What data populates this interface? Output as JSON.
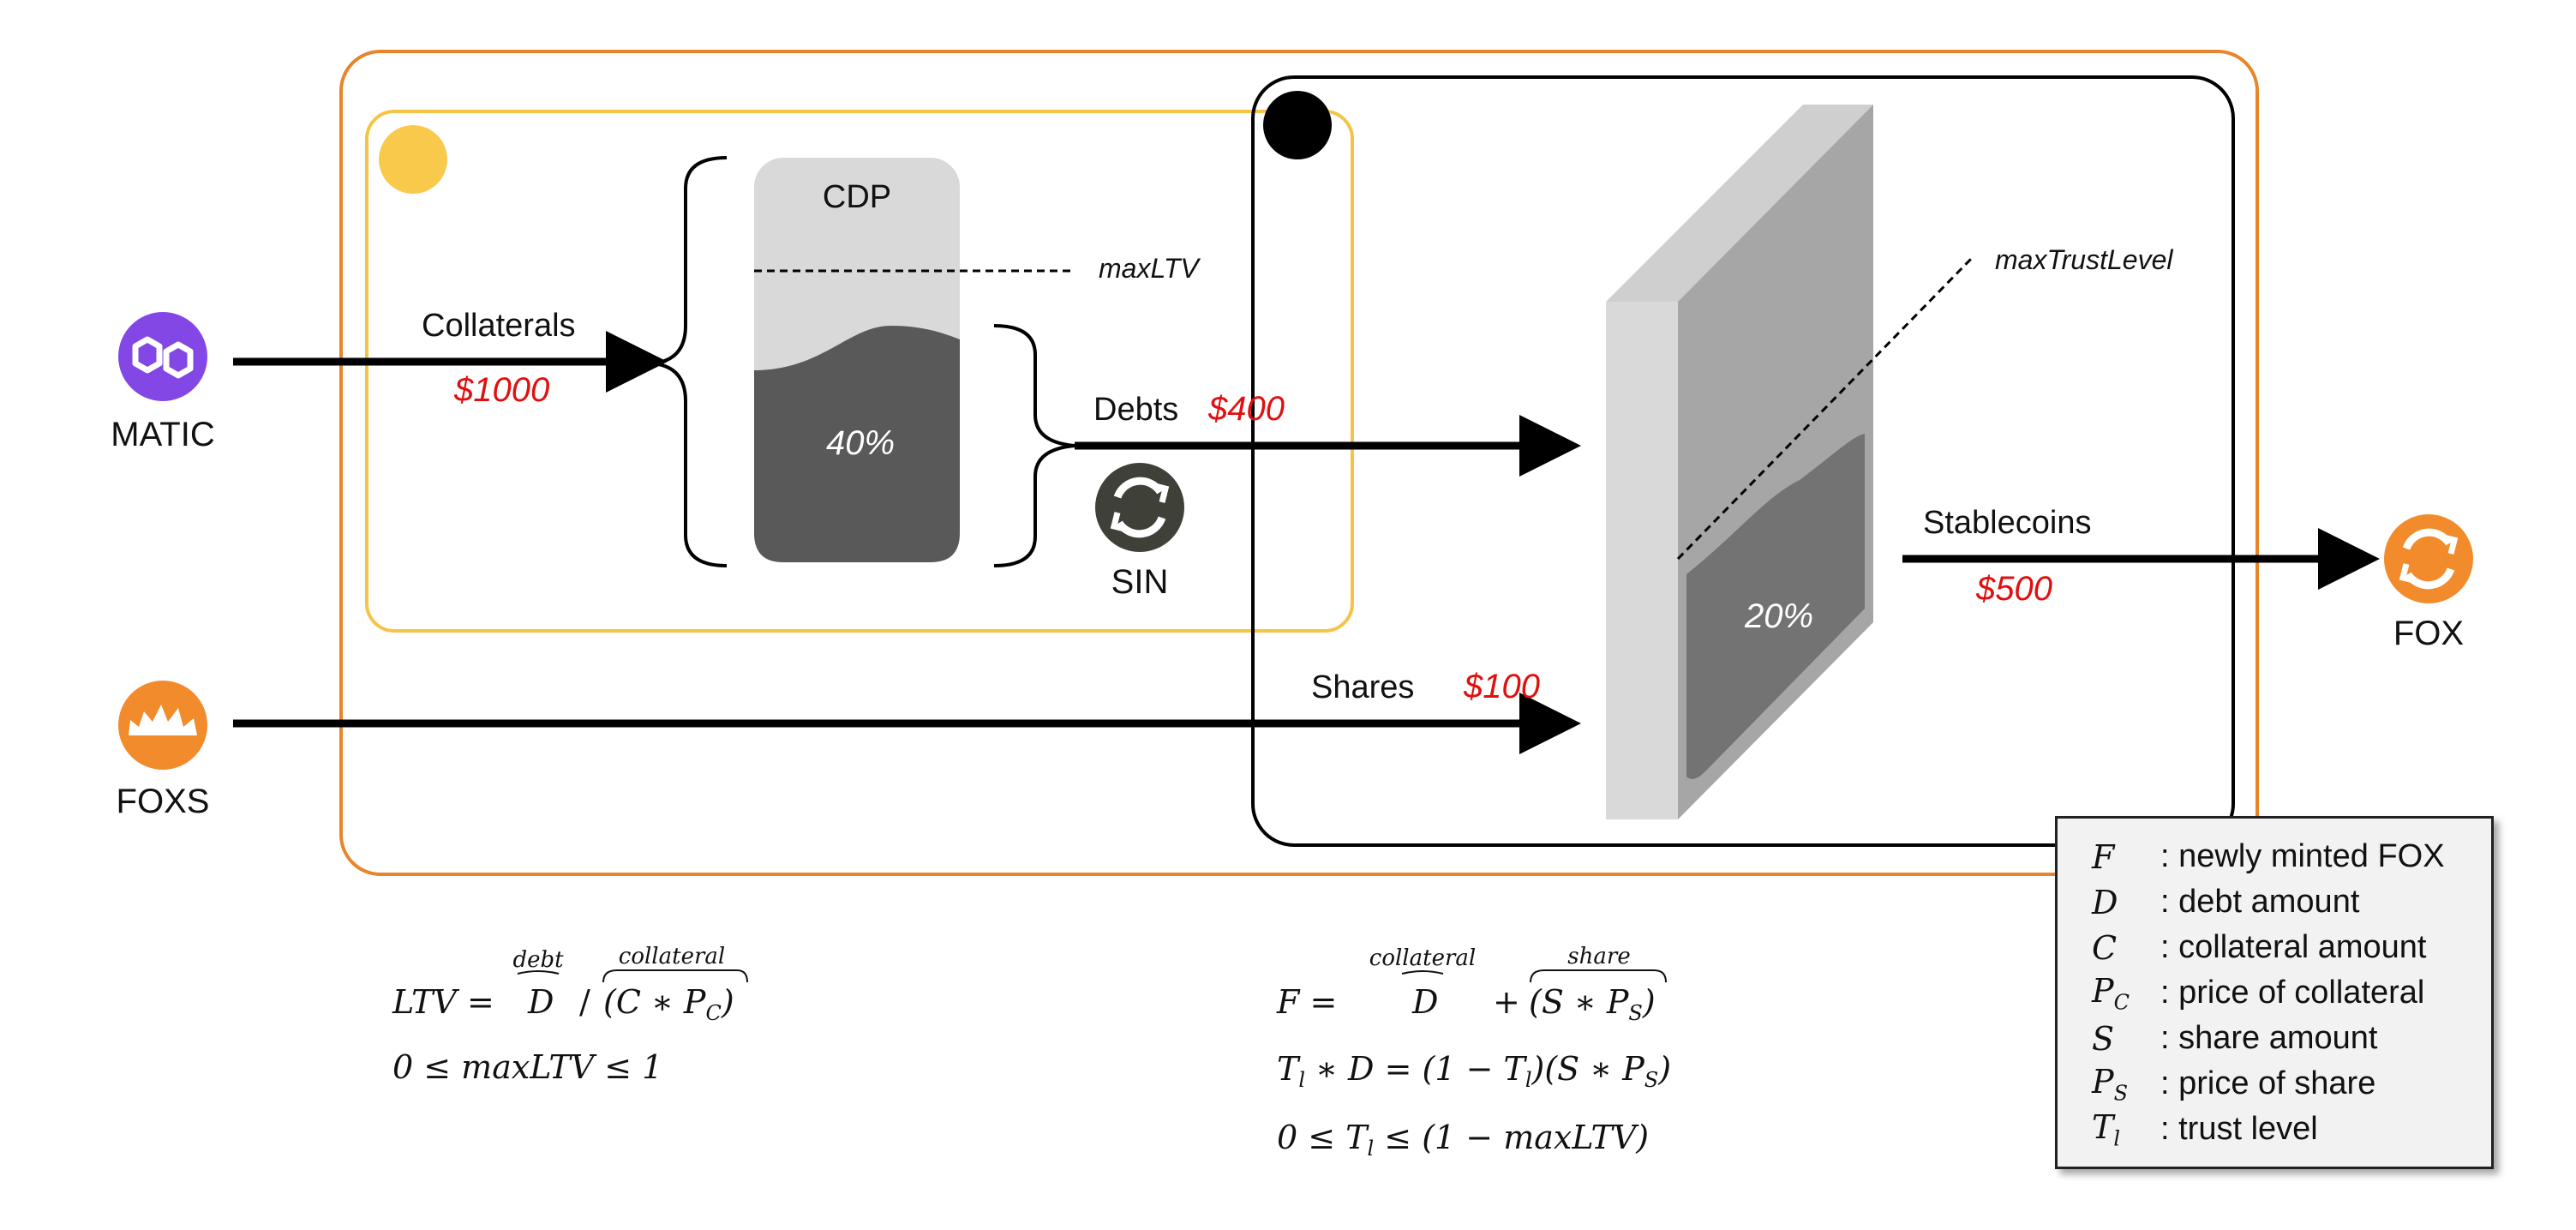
{
  "tokens": {
    "matic": "MATIC",
    "foxs": "FOXS",
    "sin": "SIN",
    "fox": "FOX"
  },
  "cdp": {
    "title": "CDP",
    "max_ltv_label": "maxLTV",
    "ratio_label": "40%"
  },
  "vault": {
    "max_trust_label": "maxTrustLevel",
    "ratio_label": "20%"
  },
  "flows": {
    "collaterals_label": "Collaterals",
    "collaterals_value": "$1000",
    "debts_label": "Debts",
    "debts_value": "$400",
    "shares_label": "Shares",
    "shares_value": "$100",
    "stablecoins_label": "Stablecoins",
    "stablecoins_value": "$500"
  },
  "formulas": {
    "ltv_over_debt": "debt",
    "ltv_over_collateral": "collateral",
    "f_over_collateral": "collateral",
    "f_over_share": "share"
  },
  "legend": [
    {
      "sym": "F",
      "sub": "",
      "desc": ": newly minted FOX"
    },
    {
      "sym": "D",
      "sub": "",
      "desc": ": debt amount"
    },
    {
      "sym": "C",
      "sub": "",
      "desc": ": collateral amount"
    },
    {
      "sym": "P",
      "sub": "C",
      "desc": ": price of collateral"
    },
    {
      "sym": "S",
      "sub": "",
      "desc": ": share amount"
    },
    {
      "sym": "P",
      "sub": "S",
      "desc": ": price of share"
    },
    {
      "sym": "T",
      "sub": "l",
      "desc": ": trust level"
    }
  ],
  "colors": {
    "orange_frame": "#e8852a",
    "yellow_frame": "#f6c445",
    "yellow_dot": "#f9c94c",
    "matic_purple": "#8247e5",
    "fox_orange": "#f28b2c",
    "sin_dark": "#3f4038",
    "value_red": "#e01010",
    "cdp_light": "#d9d9d9",
    "cdp_dark": "#595959"
  }
}
